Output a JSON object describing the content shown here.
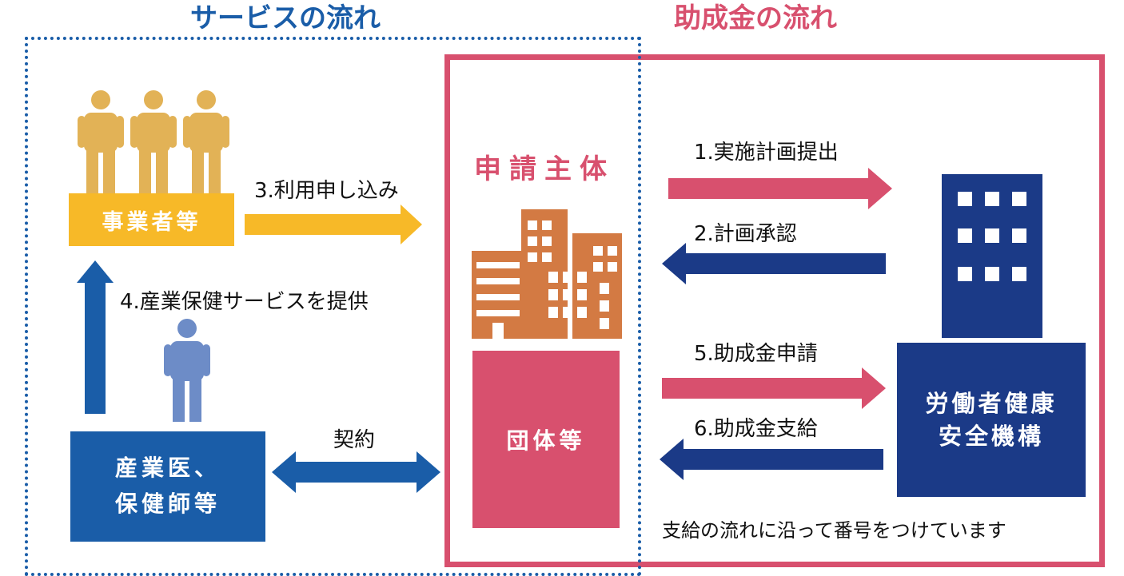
{
  "titles": {
    "service_flow": "サービスの流れ",
    "subsidy_flow": "助成金の流れ"
  },
  "entities": {
    "employers": "事業者等",
    "occupational_doctors": "産業医、\n保健師等",
    "applicant": "申請主体",
    "organization": "団体等",
    "jhsa": "労働者健康\n安全機構"
  },
  "flows": {
    "step1": "1.実施計画提出",
    "step2": "2.計画承認",
    "step3": "3.利用申し込み",
    "step4": "4.産業保健サービスを提供",
    "step5": "5.助成金申請",
    "step6": "6.助成金支給",
    "contract": "契約"
  },
  "note": "支給の流れに沿って番号をつけています",
  "colors": {
    "service_blue": "#1a5da8",
    "subsidy_pink": "#d8506e",
    "employer_yellow": "#f7b928",
    "person_gold": "#e2b256",
    "person_blue": "#6d8cc7",
    "building_orange": "#d37a43",
    "navy": "#1b3a87"
  }
}
